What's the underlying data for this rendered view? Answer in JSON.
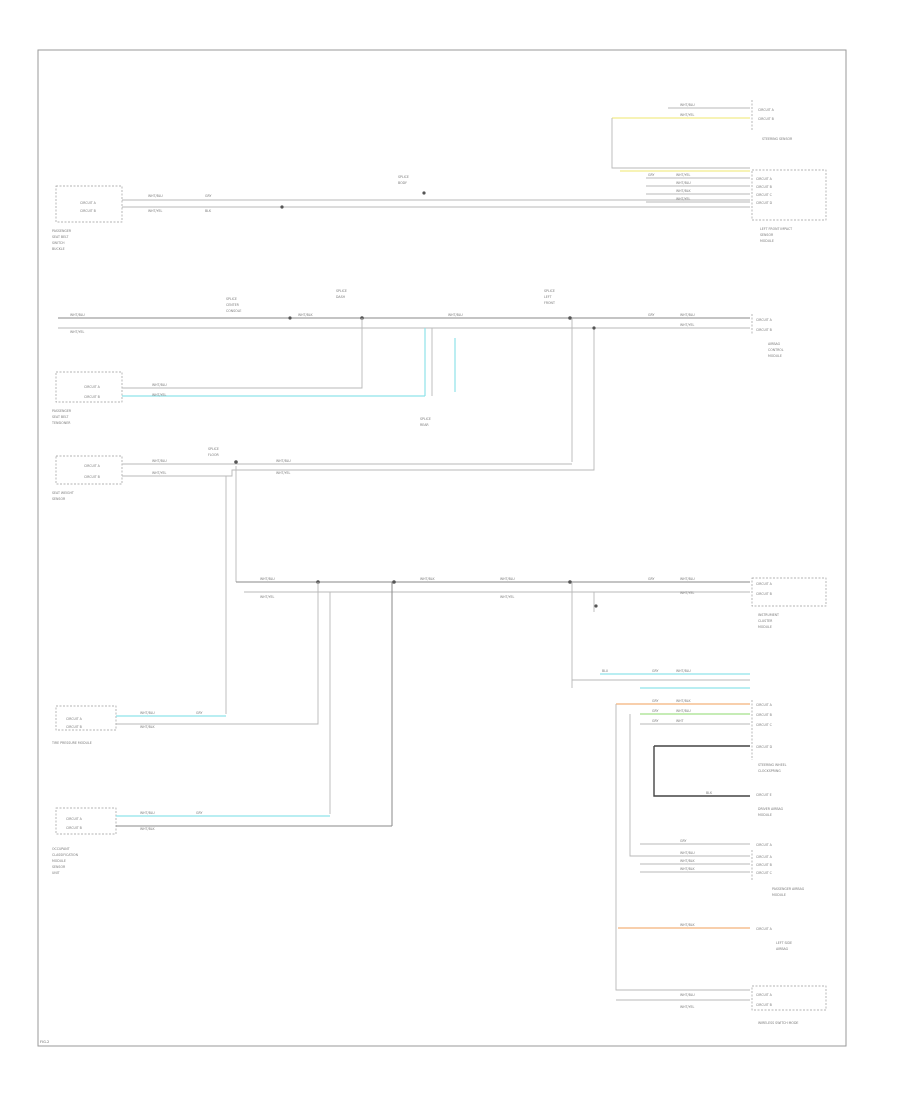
{
  "page": {
    "footer_code": "FIG.2"
  },
  "components": [
    {
      "id": "c1",
      "lines": [
        "PASSENGER",
        "SEAT BELT",
        "SWITCH",
        "BUCKLE"
      ],
      "pins": [
        "CIRCUIT A",
        "CIRCUIT B"
      ]
    },
    {
      "id": "c2",
      "lines": [
        "PASSENGER",
        "SEAT BELT",
        "TENSIONER"
      ],
      "pins": [
        "CIRCUIT A",
        "CIRCUIT B"
      ]
    },
    {
      "id": "c3",
      "lines": [
        "SEAT WEIGHT",
        "SENSOR"
      ],
      "pins": [
        "CIRCUIT A",
        "CIRCUIT B"
      ]
    },
    {
      "id": "c4",
      "lines": [
        "TIRE PRESSURE MODULE"
      ],
      "pins": [
        "CIRCUIT A",
        "CIRCUIT B"
      ]
    },
    {
      "id": "c5",
      "lines": [
        "OCCUPANT",
        "CLASSIFICATION",
        "MODULE",
        "SENSOR",
        "UNIT"
      ],
      "pins": [
        "CIRCUIT A",
        "CIRCUIT B"
      ]
    },
    {
      "id": "c6",
      "lines": [
        "STEERING SENSOR"
      ],
      "pins": [
        "CIRCUIT A",
        "CIRCUIT B"
      ]
    },
    {
      "id": "c7",
      "lines": [
        "LEFT FRONT IMPACT",
        "SENSOR",
        "MODULE"
      ],
      "pins": [
        "CIRCUIT A",
        "CIRCUIT B",
        "CIRCUIT C",
        "CIRCUIT D"
      ]
    },
    {
      "id": "c8",
      "lines": [
        "AIRBAG",
        "CONTROL",
        "MODULE"
      ],
      "pins": [
        "CIRCUIT A",
        "CIRCUIT B"
      ]
    },
    {
      "id": "c9",
      "lines": [
        "INSTRUMENT",
        "CLUSTER",
        "MODULE"
      ],
      "pins": [
        "CIRCUIT A",
        "CIRCUIT B"
      ]
    },
    {
      "id": "c10",
      "lines": [
        "STEERING WHEEL",
        "CLOCKSPRING"
      ],
      "pins": [
        "CIRCUIT A",
        "CIRCUIT B",
        "CIRCUIT C",
        "CIRCUIT D",
        "CIRCUIT E"
      ]
    },
    {
      "id": "c11",
      "lines": [
        "DRIVER AIRBAG",
        "MODULE"
      ],
      "pins": [
        "CIRCUIT A"
      ]
    },
    {
      "id": "c12",
      "lines": [
        "PASSENGER AIRBAG",
        "MODULE"
      ],
      "pins": [
        "CIRCUIT A",
        "CIRCUIT B",
        "CIRCUIT C"
      ]
    },
    {
      "id": "c13",
      "lines": [
        "LEFT SIDE",
        "AIRBAG"
      ],
      "pins": [
        "CIRCUIT A"
      ]
    },
    {
      "id": "c14",
      "lines": [
        "WIRELESS SWITCH MODE"
      ],
      "pins": [
        "CIRCUIT A",
        "CIRCUIT B"
      ]
    }
  ],
  "splices": [
    {
      "id": "s1",
      "lines": [
        "SPLICE",
        "BODY"
      ]
    },
    {
      "id": "s2",
      "lines": [
        "SPLICE",
        "CENTER",
        "CONSOLE"
      ]
    },
    {
      "id": "s3",
      "lines": [
        "SPLICE",
        "DASH"
      ]
    },
    {
      "id": "s4",
      "lines": [
        "SPLICE",
        "LEFT",
        "FRONT"
      ]
    },
    {
      "id": "s5",
      "lines": [
        "SPLICE",
        "REAR"
      ]
    },
    {
      "id": "s6",
      "lines": [
        "SPLICE",
        "FLOOR"
      ]
    }
  ],
  "wire_colors": {
    "white_blue": "WHT/BLU",
    "white_yellow": "WHT/YEL",
    "white_black": "WHT/BLK",
    "white": "WHT",
    "grey": "GRY",
    "black": "BLK",
    "blue": "BLU"
  },
  "accent_colors": {
    "cyan": "#8fe3ea",
    "yellow": "#f2ec8a",
    "orange": "#f4b27a",
    "green": "#a4e08a",
    "black": "#444444"
  }
}
